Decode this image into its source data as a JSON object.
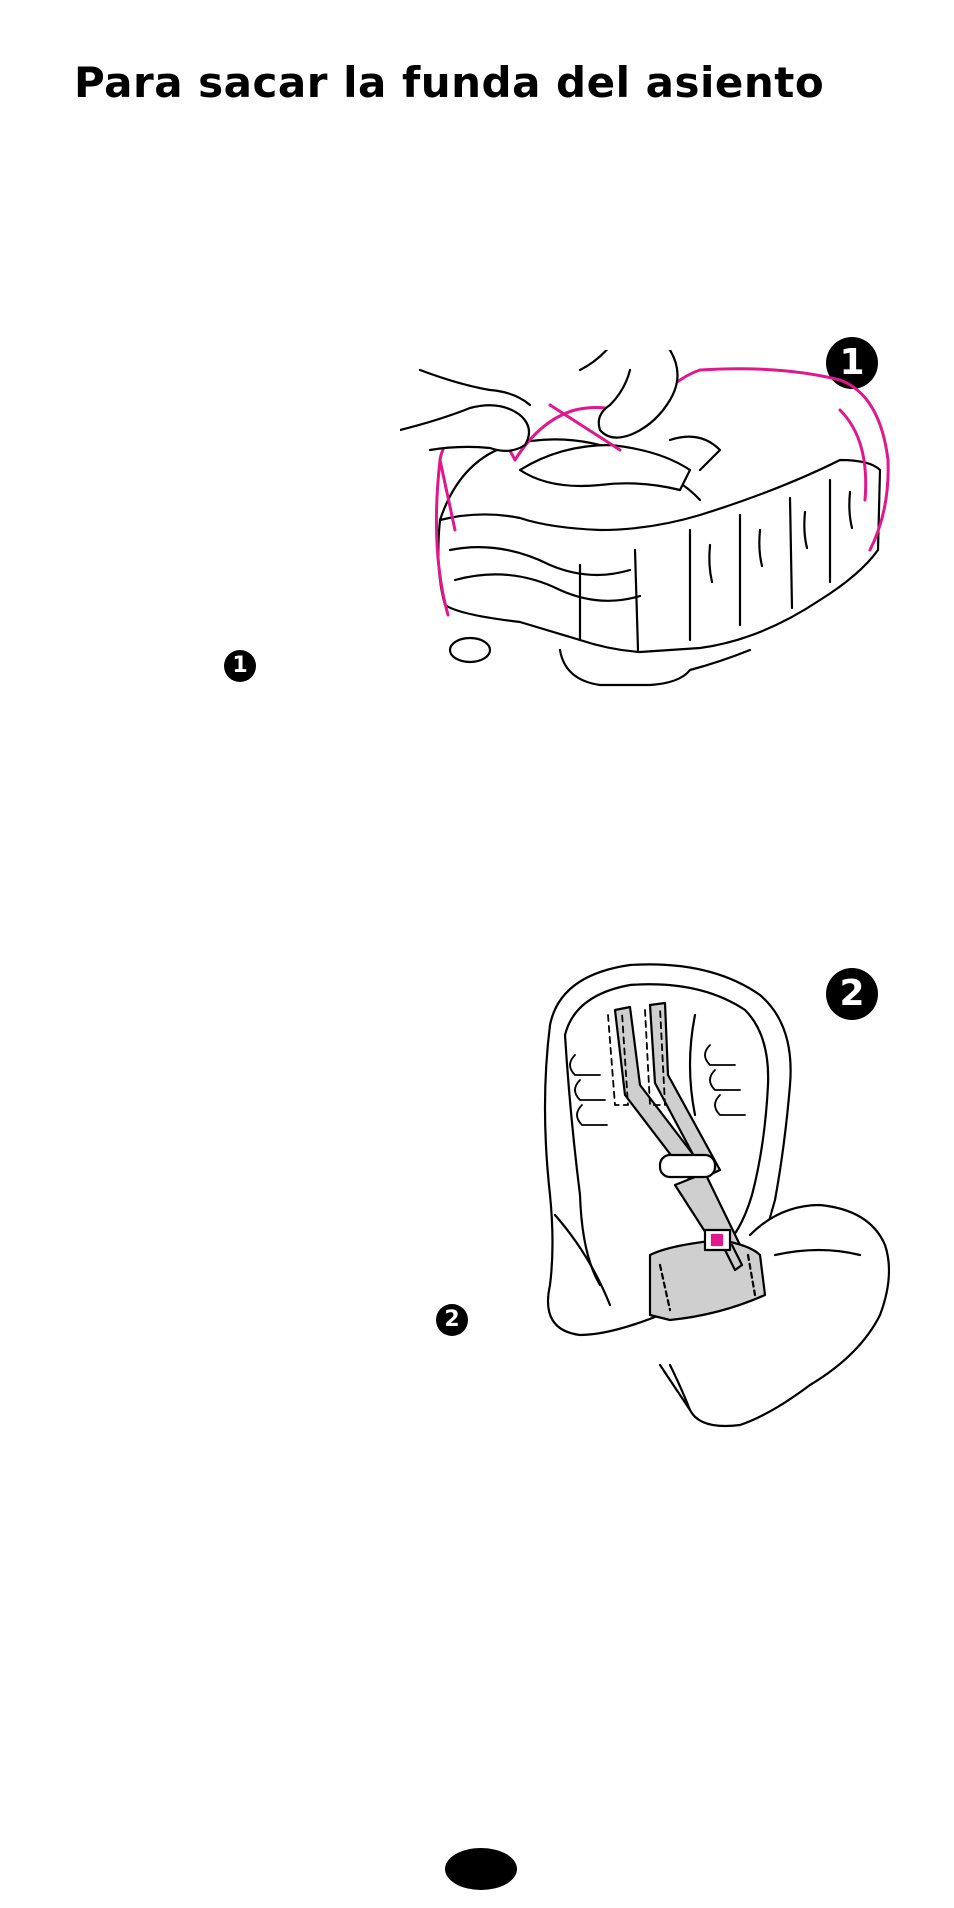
{
  "title": "Para sacar la funda del asiento",
  "steps": [
    {
      "number": "1"
    },
    {
      "number": "2"
    }
  ],
  "colors": {
    "accent": "#e0188c",
    "ink": "#000000",
    "strap": "#cfcfcf",
    "background": "#ffffff"
  }
}
